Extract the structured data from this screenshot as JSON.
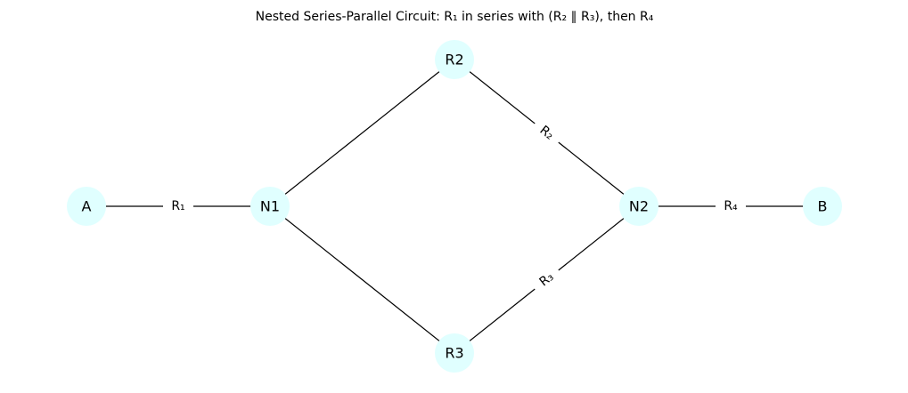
{
  "diagram": {
    "title": "Nested Series-Parallel Circuit: R₁ in series with (R₂ ∥ R₃), then R₄",
    "node_fill": "#e0ffff",
    "edge_color": "#000000",
    "nodes": [
      {
        "id": "A",
        "label": "A"
      },
      {
        "id": "N1",
        "label": "N1"
      },
      {
        "id": "R2",
        "label": "R2"
      },
      {
        "id": "R3",
        "label": "R3"
      },
      {
        "id": "N2",
        "label": "N2"
      },
      {
        "id": "B",
        "label": "B"
      }
    ],
    "edges": [
      {
        "source": "A",
        "target": "N1",
        "label": "R₁"
      },
      {
        "source": "N1",
        "target": "R2",
        "label": ""
      },
      {
        "source": "N1",
        "target": "R3",
        "label": ""
      },
      {
        "source": "R2",
        "target": "N2",
        "label": "R₂"
      },
      {
        "source": "R3",
        "target": "N2",
        "label": "R₃"
      },
      {
        "source": "N2",
        "target": "B",
        "label": "R₄"
      }
    ]
  }
}
